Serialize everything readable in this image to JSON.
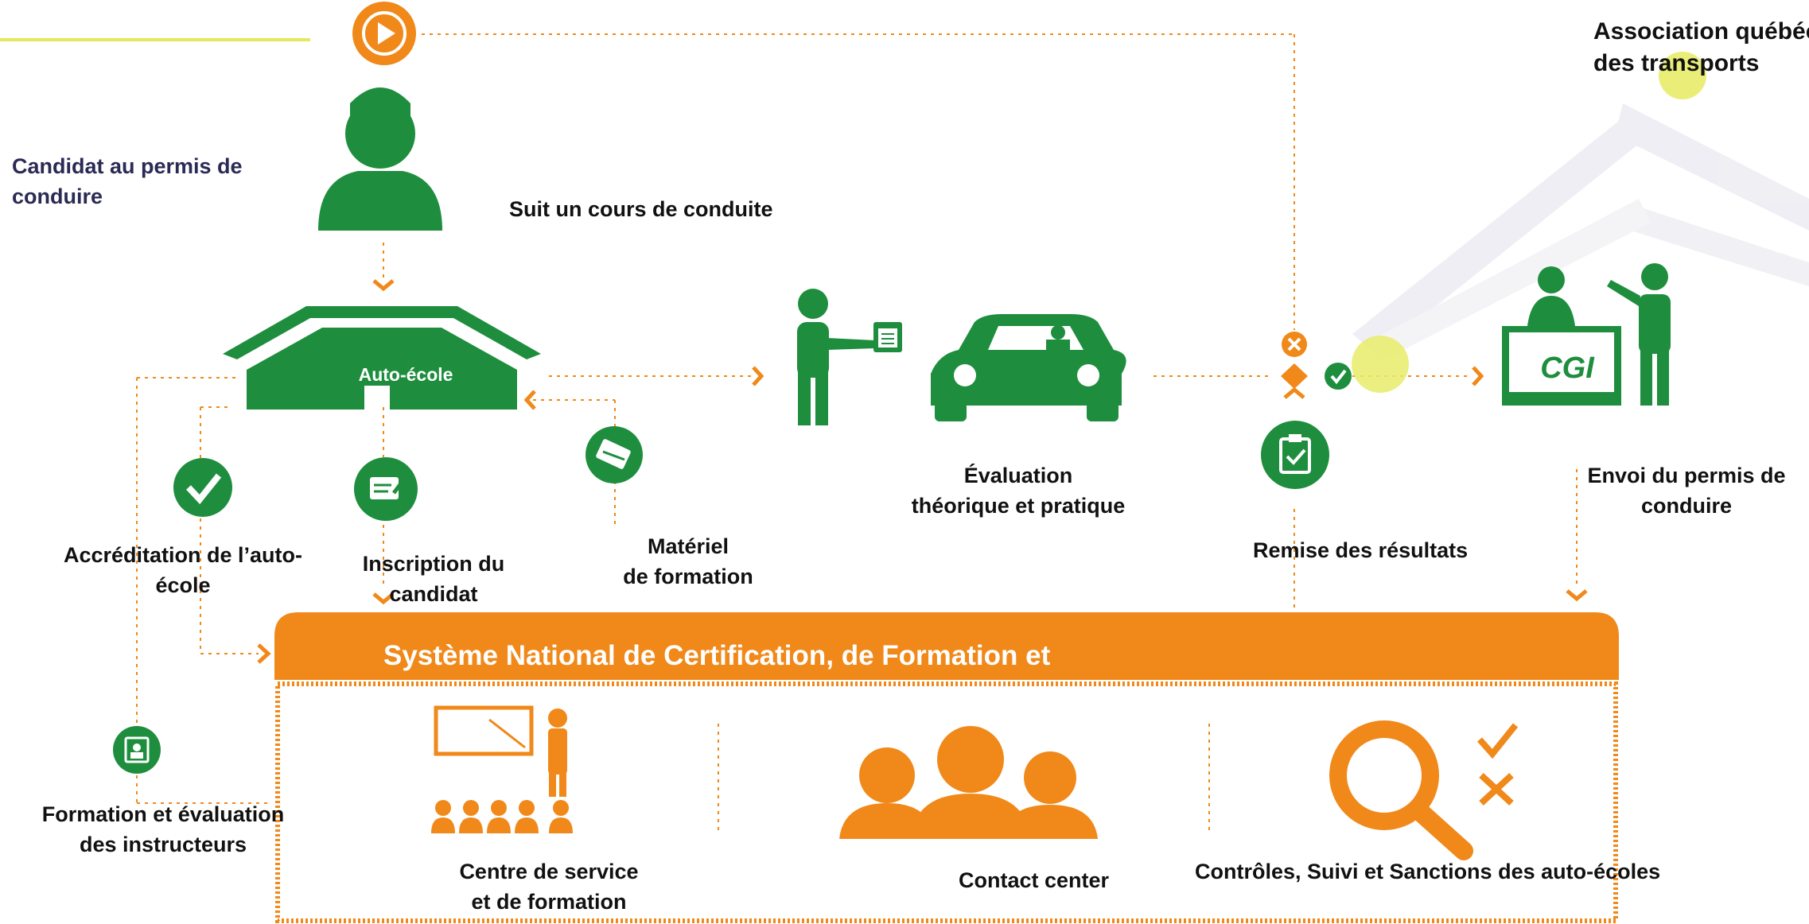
{
  "header": {
    "org_line1": "Association québéco",
    "org_line2": "des transports"
  },
  "nodes": {
    "candidate_l1": "Candidat au permis  de",
    "candidate_l2": "conduire",
    "course": "Suit un cours de conduite",
    "auto_ecole": "Auto-école",
    "accreditation_l1": "Accréditation de l’auto-",
    "accreditation_l2": "école",
    "inscription_l1": "Inscription du",
    "inscription_l2": "candidat",
    "materiel_l1": "Matériel",
    "materiel_l2": "de formation",
    "evaluation_l1": "Évaluation",
    "evaluation_l2": "théorique et pratique",
    "remise": "Remise des résultats",
    "envoi_l1": "Envoi du permis de",
    "envoi_l2": "conduire",
    "cgi": "CGI",
    "formation_l1": "Formation et évaluation",
    "formation_l2": "des instructeurs"
  },
  "system": {
    "title": "Système National de Certification, de Formation et",
    "centre_l1": "Centre de service",
    "centre_l2": "et de formation",
    "contact": "Contact  center",
    "controles": "Contrôles, Suivi et Sanctions  des auto-écoles"
  },
  "colors": {
    "green": "#1e8e3e",
    "orange": "#f0891a",
    "yellow": "#e4e85a",
    "text": "#111111"
  },
  "icons": [
    "play-icon",
    "candidate-person-icon",
    "driving-school-building-icon",
    "checkmark-icon",
    "registration-icon",
    "training-material-icon",
    "examiner-icon",
    "car-icon",
    "reject-icon",
    "approve-icon",
    "results-clipboard-icon",
    "cgi-office-icon",
    "instructor-icon",
    "presentation-icon",
    "contact-center-icon",
    "magnifier-icon"
  ]
}
